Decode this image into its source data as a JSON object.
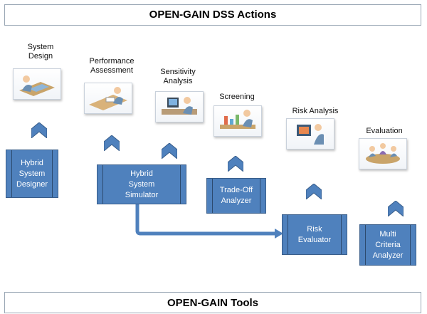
{
  "header": {
    "title": "OPEN-GAIN DSS Actions"
  },
  "footer": {
    "title": "OPEN-GAIN Tools"
  },
  "actions": [
    {
      "label": "System\nDesign"
    },
    {
      "label": "Performance\nAssessment"
    },
    {
      "label": "Sensitivity\nAnalysis"
    },
    {
      "label": "Screening"
    },
    {
      "label": "Risk Analysis"
    },
    {
      "label": "Evaluation"
    }
  ],
  "tools": [
    {
      "label": "Hybrid\nSystem\nDesigner"
    },
    {
      "label": "Hybrid\nSystem\nSimulator"
    },
    {
      "label": "Trade-Off\nAnalyzer"
    },
    {
      "label": "Risk\nEvaluator"
    },
    {
      "label": "Multi\nCriteria\nAnalyzer"
    }
  ],
  "colors": {
    "tool_fill": "#4f81bd",
    "tool_border": "#385d8a",
    "chevron": "#4f81bd",
    "arrow": "#4f81bd"
  }
}
